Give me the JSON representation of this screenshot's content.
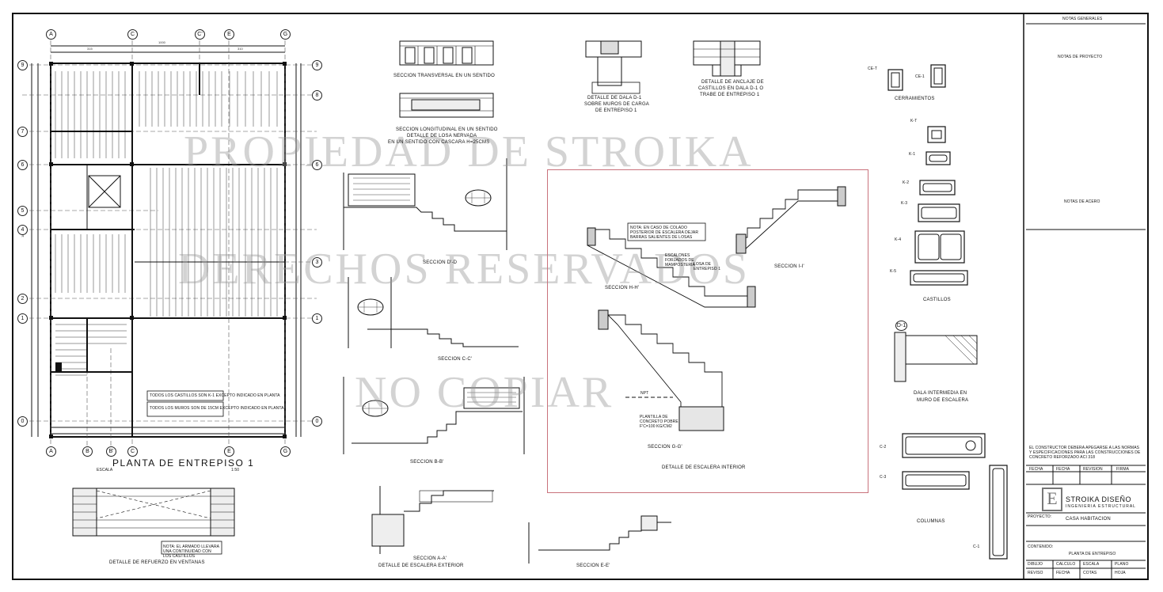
{
  "watermark": {
    "line1": "PROPIEDAD DE STROIKA",
    "line2": "DERECHOS RESERVADOS",
    "line3": "NO COPIAR"
  },
  "plan": {
    "title": "PLANTA DE ENTREPISO 1",
    "scale_label": "ESCALA",
    "scale_value": "1:50",
    "axes_top": [
      "A",
      "C",
      "C'",
      "E",
      "G"
    ],
    "axes_bottom": [
      "A",
      "B",
      "B'",
      "C",
      "E",
      "G"
    ],
    "axes_side": [
      "9",
      "8",
      "7",
      "6",
      "5",
      "4",
      "3",
      "2",
      "1",
      "0"
    ],
    "note1": "TODOS LOS CASTILLOS SON K-1 EXCEPTO INDICADO EN PLANTA",
    "note2": "TODOS LOS MUROS SON DE 15CM EXCEPTO INDICADO EN PLANTA"
  },
  "ventanas": {
    "title": "DETALLE DE REFUERZO EN VENTANAS",
    "note": "NOTA: EL ARMADO LLEVARA UNA CONTINUIDAD CON LOS CASTILLOS"
  },
  "losa": {
    "sec_transversal": "SECCION TRANSVERSAL EN UN SENTIDO",
    "sec_longitudinal": "SECCION LONGITUDINAL EN UN SENTIDO",
    "title_line1": "DETALLE DE LOSA NERVADA",
    "title_line2": "EN UN SENTIDO CON CASCARA h=25cms"
  },
  "dala": {
    "title_line1": "DETALLE DE DALA D-1",
    "title_line2": "SOBRE MUROS DE CARGA",
    "title_line3": "DE ENTREPISO 1"
  },
  "anclaje": {
    "title_line1": "DETALLE DE ANCLAJE DE",
    "title_line2": "CASTILLOS EN DALA D-1 o",
    "title_line3": "TRABE DE ENTREPISO 1"
  },
  "sections": {
    "d": "SECCION D'-D",
    "c": "SECCION C-C'",
    "b": "SECCION B-B'",
    "a": "SECCION A-A'",
    "e": "SECCION E-E'",
    "exterior": "DETALLE DE ESCALERA EXTERIOR"
  },
  "interior": {
    "sec_h": "SECCION H-H'",
    "sec_i": "SECCION I-I'",
    "sec_g": "SECCION G-G'",
    "title": "DETALLE DE ESCALERA INTERIOR",
    "note": "NOTA: EN CASO DE COLADO POSTERIOR DE ESCALERA DEJAR BARRAS SALIENTES DE LOSAS",
    "escalones": "ESCALONES FORJADOS DE MAMPOSTERIA",
    "plantilla": "PLANTILLA DE CONCRETO POBRE f'c=100 kg/cm2",
    "losa_entrepiso": "LOSA DE ENTREPISO 1",
    "npt": "NPT"
  },
  "cerramientos": {
    "title": "CERRAMIENTOS",
    "ce1": "CE-1",
    "ce_t": "CE-T"
  },
  "castillos": {
    "title": "CASTILLOS",
    "items": [
      "K-T",
      "K-1",
      "K-2",
      "K-3",
      "K-4",
      "K-5"
    ]
  },
  "dala_intermedia": {
    "title_line1": "DALA INTERMEDIA EN",
    "title_line2": "MURO DE ESCALERA",
    "tag": "D-1"
  },
  "columnas": {
    "title": "COLUMNAS",
    "items": [
      "C-2",
      "C-3",
      "C-1"
    ]
  },
  "title_block": {
    "notas_generales": "NOTAS GENERALES",
    "notas_proyecto": "NOTAS DE PROYECTO",
    "notas_acero": "NOTAS DE ACERO",
    "disclaimer": "EL CONSTRUCTOR DEBERA APEGARSE A LAS NORMAS Y ESPECIFICACIONES PARA LAS CONSTRUCCIONES DE CONCRETO REFORZADO ACI 318",
    "rev_headers": [
      "FECHA",
      "FECHA",
      "REVISION",
      "FIRMA"
    ],
    "company": "STROIKA DISEÑO",
    "company_sub": "INGENIERIA ESTRUCTURAL",
    "proyecto_label": "PROYECTO:",
    "proyecto": "CASA HABITACION",
    "contenido_label": "CONTENIDO:",
    "contenido": "PLANTA DE ENTREPISO",
    "footer": [
      "DIBUJO",
      "CALCULO",
      "ESCALA",
      "PLANO",
      "REVISO",
      "FECHA",
      "COTAS",
      "HOJA"
    ]
  },
  "colors": {
    "line": "#111111",
    "frame_highlight": "#c9727c",
    "watermark": "#969696"
  }
}
